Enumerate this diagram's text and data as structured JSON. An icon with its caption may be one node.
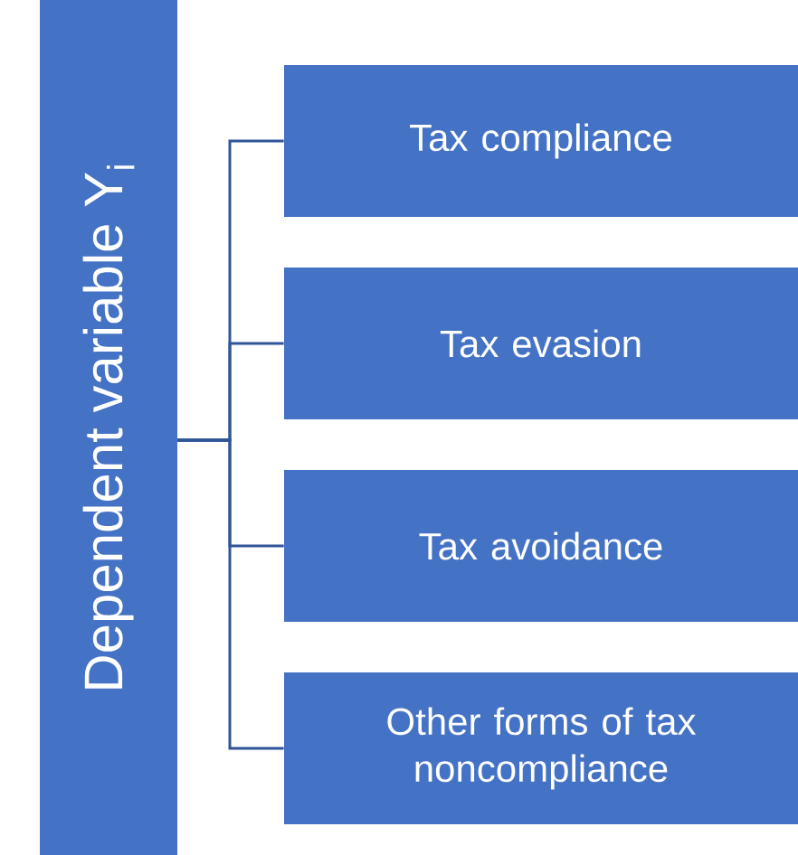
{
  "diagram": {
    "nodes": [
      {
        "text": [
          "Dependent variable Y$_{i}$"
        ]
      },
      {
        "text": [
          "Tax compliance"
        ]
      },
      {
        "text": [
          "Tax evasion"
        ]
      },
      {
        "text": [
          "Tax avoidance"
        ]
      },
      {
        "text": [
          "Other forms of tax noncompliance"
        ]
      }
    ],
    "edges": [
      {
        "from": 0,
        "to": 1,
        "arrow": "none"
      },
      {
        "from": 0,
        "to": 2,
        "arrow": "none"
      },
      {
        "from": 0,
        "to": 3,
        "arrow": "none"
      },
      {
        "from": 0,
        "to": 4,
        "arrow": "none"
      }
    ]
  }
}
